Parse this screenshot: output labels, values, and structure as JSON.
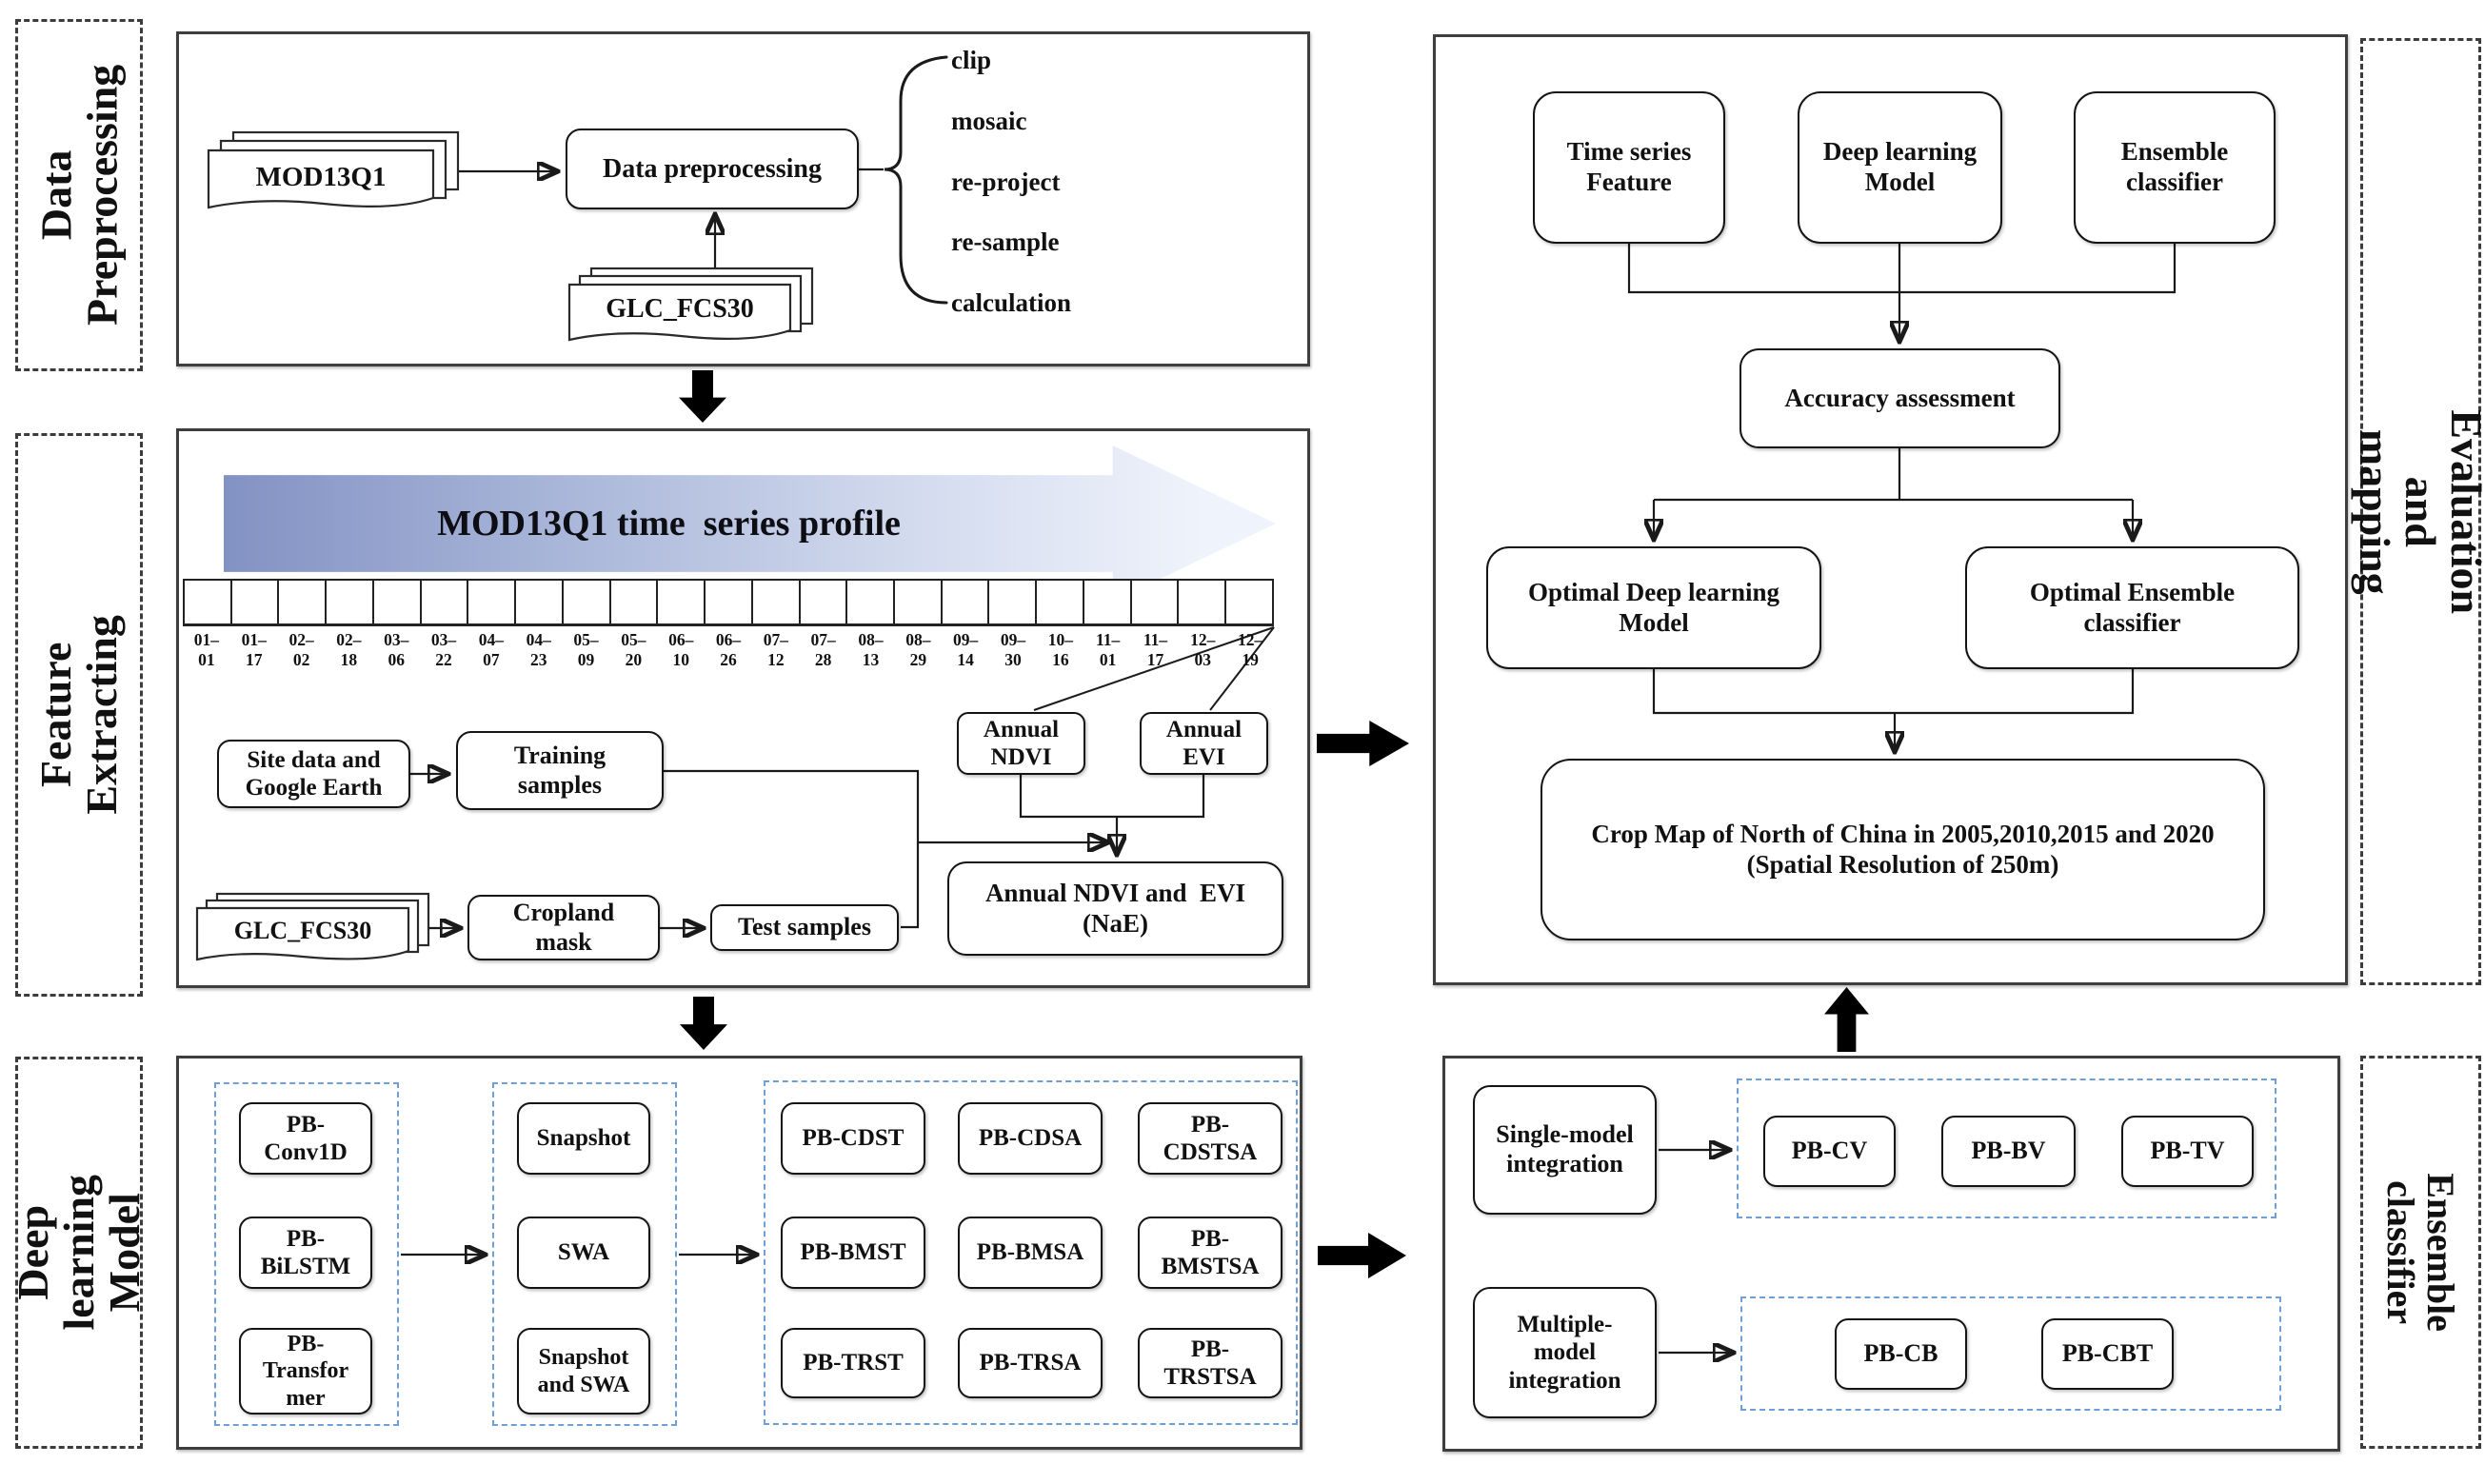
{
  "rails": {
    "data_preprocessing": "Data\nPreprocessing",
    "feature_extracting": "Feature Extracting",
    "deep_learning_model": "Deep learning\nModel",
    "evaluation_mapping": "Evaluation and mapping",
    "ensemble_classifier": "Ensemble classifier"
  },
  "preprocessing": {
    "source_label": "MOD13Q1",
    "process_label": "Data preprocessing",
    "aux_label": "GLC_FCS30",
    "operations": [
      "clip",
      "mosaic",
      "re-project",
      "re-sample",
      "calculation"
    ]
  },
  "feature": {
    "banner": "MOD13Q1 time  series profile",
    "timeline": [
      "01–\n01",
      "01–\n17",
      "02–\n02",
      "02–\n18",
      "03–\n06",
      "03–\n22",
      "04–\n07",
      "04–\n23",
      "05–\n09",
      "05–\n20",
      "06–\n10",
      "06–\n26",
      "07–\n12",
      "07–\n28",
      "08–\n13",
      "08–\n29",
      "09–\n14",
      "09–\n30",
      "10–\n16",
      "11–\n01",
      "11–\n17",
      "12–\n03",
      "12–\n19"
    ],
    "site": "Site data and\nGoogle Earth",
    "training": "Training\nsamples",
    "glc": "GLC_FCS30",
    "cropland": "Cropland\nmask",
    "test": "Test samples",
    "ndvi": "Annual\nNDVI",
    "evi": "Annual\nEVI",
    "nae": "Annual NDVI and  EVI\n(NaE)"
  },
  "deep_learning": {
    "models": [
      "PB-\nConv1D",
      "PB-\nBiLSTM",
      "PB-\nTransfor\nmer"
    ],
    "strategies": [
      "Snapshot",
      "SWA",
      "Snapshot\nand SWA"
    ],
    "combos": [
      "PB-CDST",
      "PB-CDSA",
      "PB-\nCDSTSA",
      "PB-BMST",
      "PB-BMSA",
      "PB-\nBMSTSA",
      "PB-TRST",
      "PB-TRSA",
      "PB-\nTRSTSA"
    ]
  },
  "ensemble": {
    "single": "Single-model\nintegration",
    "single_models": [
      "PB-CV",
      "PB-BV",
      "PB-TV"
    ],
    "multiple": "Multiple-\nmodel\nintegration",
    "multiple_models": [
      "PB-CB",
      "PB-CBT"
    ]
  },
  "evaluation": {
    "inputs": [
      "Time series\nFeature",
      "Deep learning\nModel",
      "Ensemble\nclassifier"
    ],
    "accuracy": "Accuracy assessment",
    "optimal_dl": "Optimal Deep learning\nModel",
    "optimal_ens": "Optimal Ensemble\nclassifier",
    "crop_map": "Crop Map of North of China in 2005,2010,2015 and 2020\n(Spatial Resolution of 250m)"
  },
  "colors": {
    "ink": "#111111",
    "section_border": "#3e3e3e",
    "dashed_blue": "#6f9fd8",
    "banner_start": "#8292c3",
    "banner_end": "#eff3fb",
    "arrow_black": "#000000"
  }
}
